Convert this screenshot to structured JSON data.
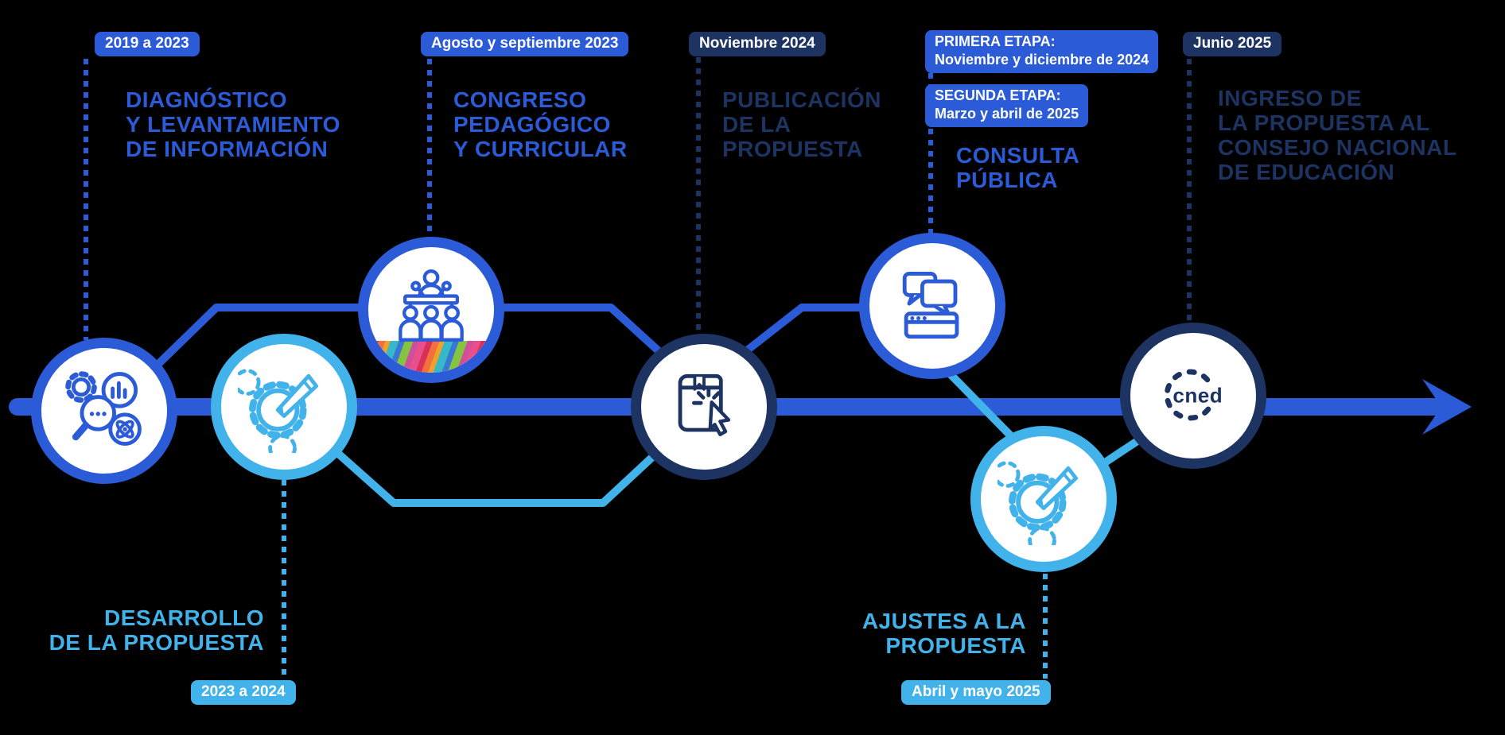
{
  "colors": {
    "royal_blue": "#2C5BD8",
    "navy_blue": "#1D3361",
    "light_blue": "#41B2EA",
    "circle_fill": "#FFFFFF",
    "background": "#000000"
  },
  "stages": [
    {
      "id": "diagnostico",
      "badge": "2019 a 2023",
      "title_lines": [
        "DIAGNÓSTICO",
        "Y LEVANTAMIENTO",
        "DE INFORMACIÓN"
      ],
      "icon": "research-icon",
      "palette": "royal"
    },
    {
      "id": "desarrollo",
      "badge": "2023 a 2024",
      "title_lines": [
        "DESARROLLO",
        "DE LA PROPUESTA"
      ],
      "icon": "gears-pencil-icon",
      "palette": "light"
    },
    {
      "id": "congreso",
      "badge": "Agosto y septiembre 2023",
      "title_lines": [
        "CONGRESO",
        "PEDAGÓGICO",
        "Y CURRICULAR"
      ],
      "icon": "congress-icon",
      "palette": "royal"
    },
    {
      "id": "publicacion",
      "badge": "Noviembre 2024",
      "title_lines": [
        "PUBLICACIÓN",
        "DE LA",
        "PROPUESTA"
      ],
      "icon": "book-click-icon",
      "palette": "navy"
    },
    {
      "id": "consulta",
      "badge_primary_lines": [
        "PRIMERA ETAPA:",
        "Noviembre y diciembre de 2024"
      ],
      "badge_secondary_lines": [
        "SEGUNDA ETAPA:",
        "Marzo y abril de 2025"
      ],
      "title_lines": [
        "CONSULTA",
        "PÚBLICA"
      ],
      "icon": "chat-icon",
      "palette": "royal"
    },
    {
      "id": "ajustes",
      "badge": "Abril y mayo 2025",
      "title_lines": [
        "AJUSTES A LA",
        "PROPUESTA"
      ],
      "icon": "gears-pencil-icon",
      "palette": "light"
    },
    {
      "id": "ingreso",
      "badge": "Junio 2025",
      "title_lines": [
        "INGRESO DE",
        "LA PROPUESTA AL",
        "CONSEJO NACIONAL",
        "DE EDUCACIÓN"
      ],
      "icon": "cned-logo",
      "logo_text": "cned",
      "palette": "navy"
    }
  ]
}
